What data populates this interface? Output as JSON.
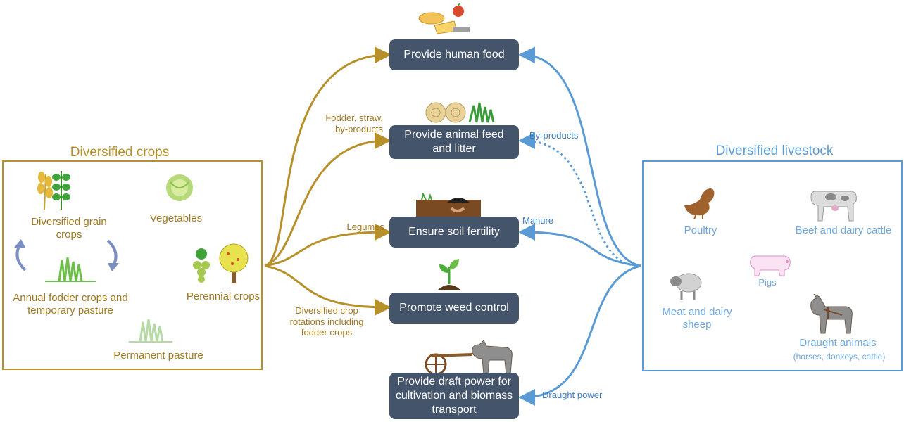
{
  "colors": {
    "crops": "#b8902a",
    "livestock": "#5b9bd5",
    "node_fill": "#44546a"
  },
  "crops": {
    "title": "Diversified crops",
    "items": {
      "grain": "Diversified grain crops",
      "vegetables": "Vegetables",
      "annual": "Annual fodder crops and temporary pasture",
      "perennial": "Perennial crops",
      "permanent": "Permanent pasture"
    }
  },
  "livestock": {
    "title": "Diversified livestock",
    "items": {
      "poultry": "Poultry",
      "cattle": "Beef and dairy cattle",
      "pigs": "Pigs",
      "sheep": "Meat and dairy sheep",
      "draught": "Draught animals",
      "draught_sub": "(horses, donkeys, cattle)"
    }
  },
  "services": {
    "food": "Provide human food",
    "feed": "Provide animal feed and litter",
    "soil": "Ensure soil fertility",
    "weed": "Promote weed control",
    "draft": "Provide draft power for cultivation and biomass transport"
  },
  "flows": {
    "fodder": "Fodder, straw, by-products",
    "legumes": "Legumes",
    "rotations": "Diversified crop rotations including fodder crops",
    "byproducts": "By-products",
    "manure": "Manure",
    "draught_power": "Draught power"
  }
}
